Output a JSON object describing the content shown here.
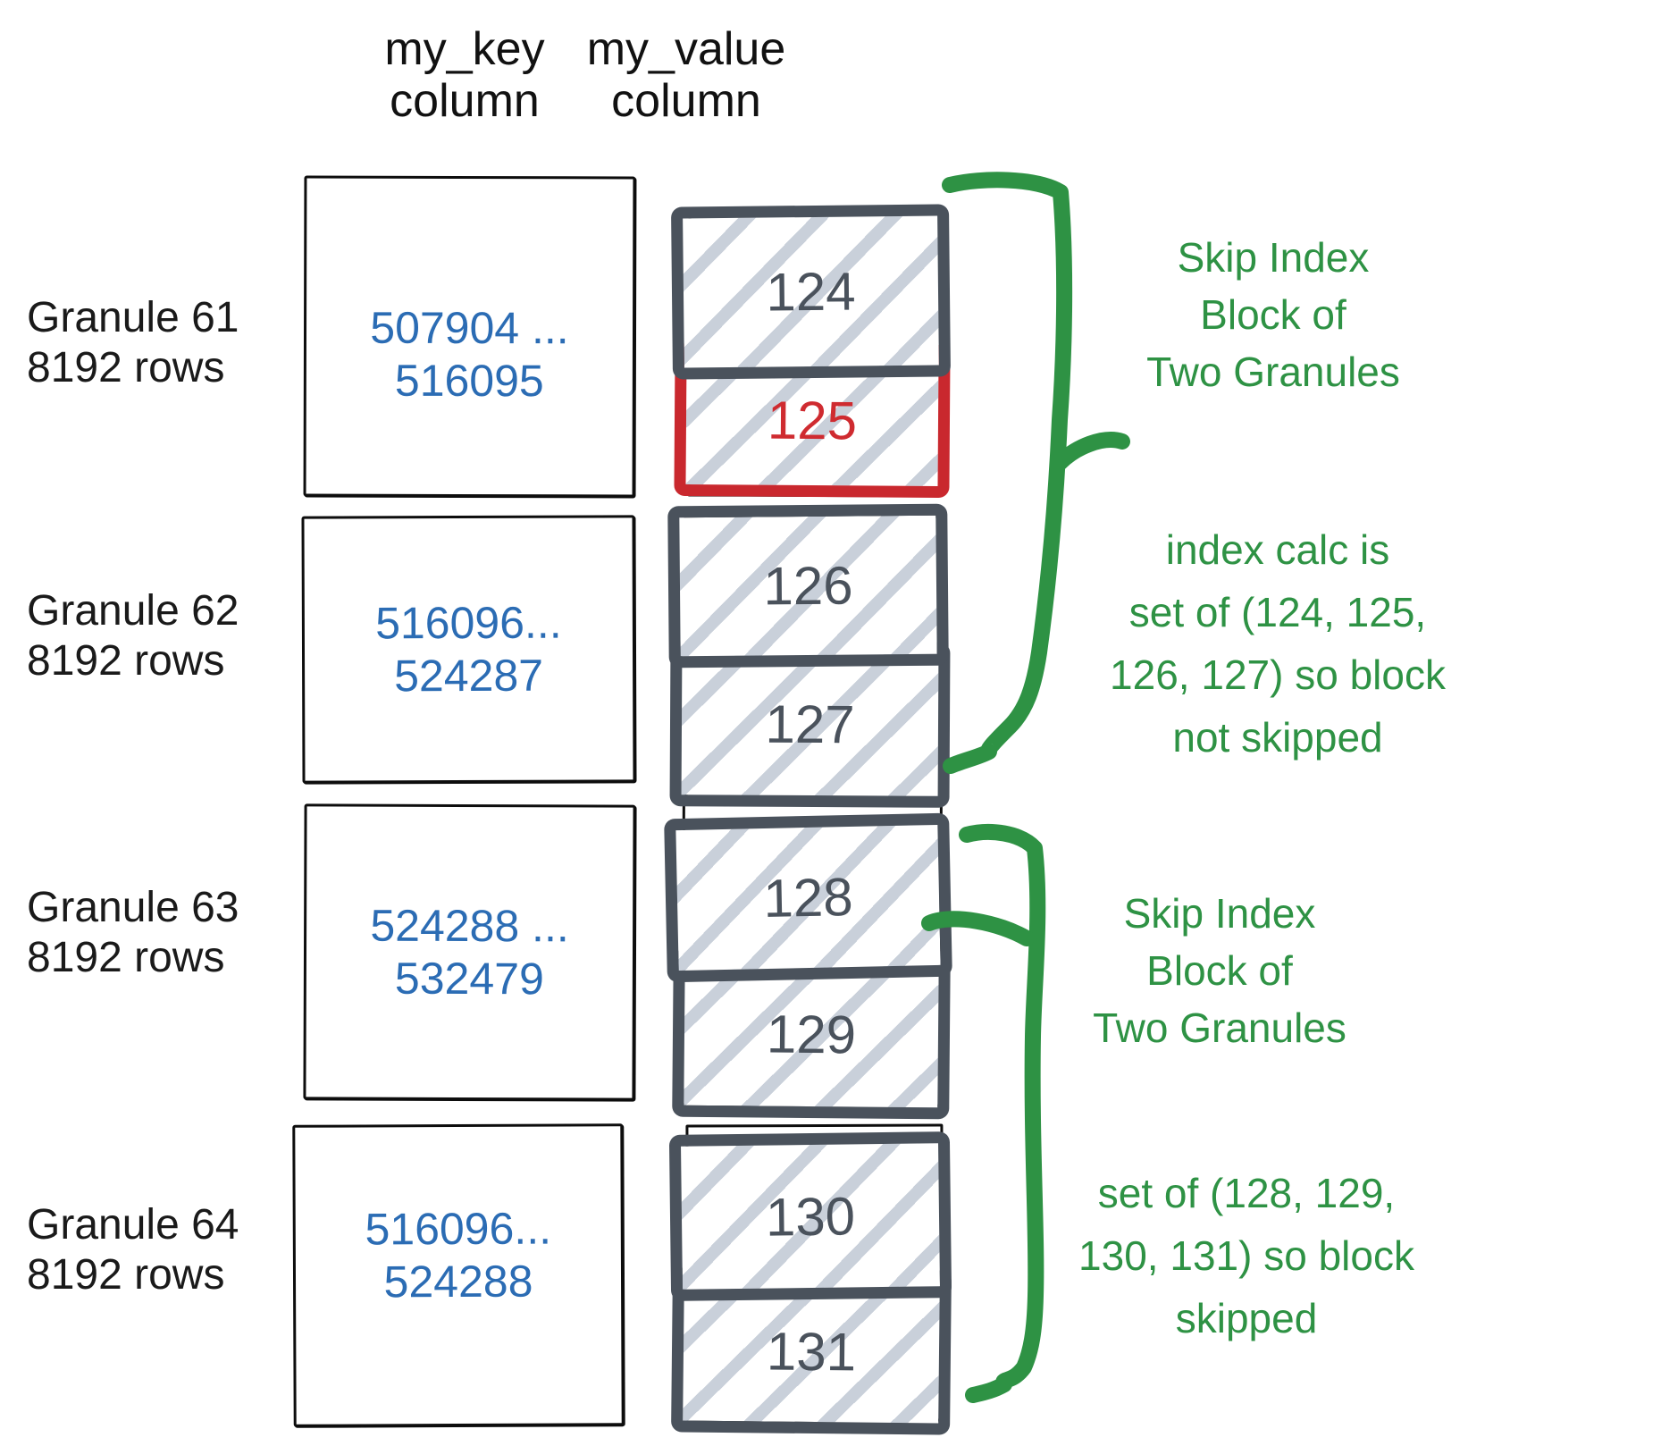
{
  "headers": {
    "key_line1": "my_key",
    "key_line2": "column",
    "value_line1": "my_value",
    "value_line2": "column"
  },
  "granules": [
    {
      "name": "Granule 61",
      "rows": "8192 rows",
      "key_from": "507904 ...",
      "key_to": "516095",
      "block1": "124",
      "block2": "125"
    },
    {
      "name": "Granule 62",
      "rows": "8192 rows",
      "key_from": "516096...",
      "key_to": "524287",
      "block1": "126",
      "block2": "127"
    },
    {
      "name": "Granule 63",
      "rows": "8192 rows",
      "key_from": "524288 ...",
      "key_to": "532479",
      "block1": "128",
      "block2": "129"
    },
    {
      "name": "Granule 64",
      "rows": "8192 rows",
      "key_from": "516096...",
      "key_to": "524288",
      "block1": "130",
      "block2": "131"
    }
  ],
  "annotations": [
    {
      "lines": [
        "Skip Index",
        "Block of",
        "Two Granules"
      ]
    },
    {
      "lines": [
        "index calc is",
        "set of (124, 125,",
        "126, 127) so block",
        "not skipped"
      ]
    },
    {
      "lines": [
        "Skip Index",
        "Block of",
        "Two Granules"
      ]
    },
    {
      "lines": [
        "set of (128, 129,",
        "130, 131) so block",
        "skipped"
      ]
    }
  ],
  "highlighted_block": "125",
  "colors": {
    "block_border_gray": "#4a525c",
    "block_hatch": "#c9d0da",
    "highlight_red": "#c9282e",
    "key_text_blue": "#2b6cb4",
    "annotation_green": "#2e9244",
    "outline_black": "#0d0d0d"
  }
}
